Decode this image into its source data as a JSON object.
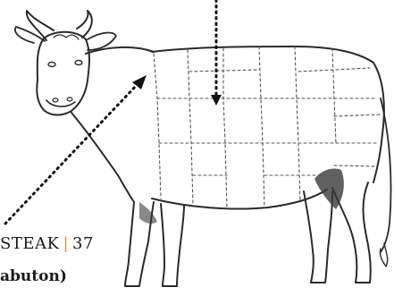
{
  "label": {
    "name_fragment": "STEAK",
    "separator": "|",
    "price": "37",
    "subtitle_fragment": "abuton)"
  },
  "colors": {
    "ink": "#1a1a1a",
    "separator_accent": "#d4a017",
    "background": "#ffffff"
  }
}
